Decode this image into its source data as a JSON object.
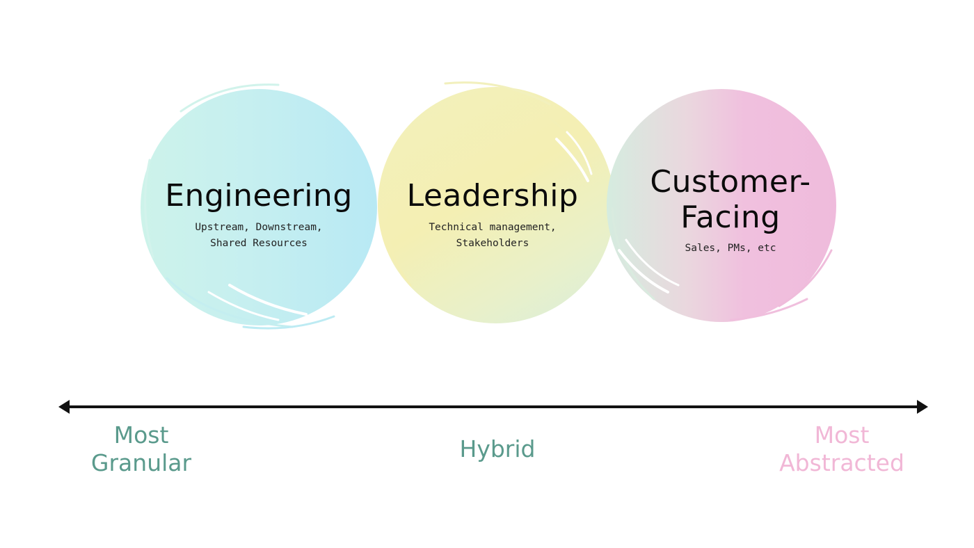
{
  "categories": [
    {
      "title": "Engineering",
      "subtitle_lines": [
        "Upstream, Downstream,",
        "Shared Resources"
      ]
    },
    {
      "title": "Leadership",
      "subtitle_lines": [
        "Technical management,",
        "Stakeholders"
      ]
    },
    {
      "title_lines": [
        "Customer-",
        "Facing"
      ],
      "subtitle_lines": [
        "Sales, PMs, etc"
      ]
    }
  ],
  "axis": {
    "left_label": [
      "Most",
      "Granular"
    ],
    "middle_label": "Hybrid",
    "right_label": [
      "Most",
      "Abstracted"
    ]
  },
  "colors": {
    "engineering": "#b8e9f4",
    "leadership": "#f4efb3",
    "customer_facing": "#efbbdc",
    "label_teal": "#5a9a8c",
    "label_pink": "#f1b7d6",
    "axis_line": "#111111"
  }
}
